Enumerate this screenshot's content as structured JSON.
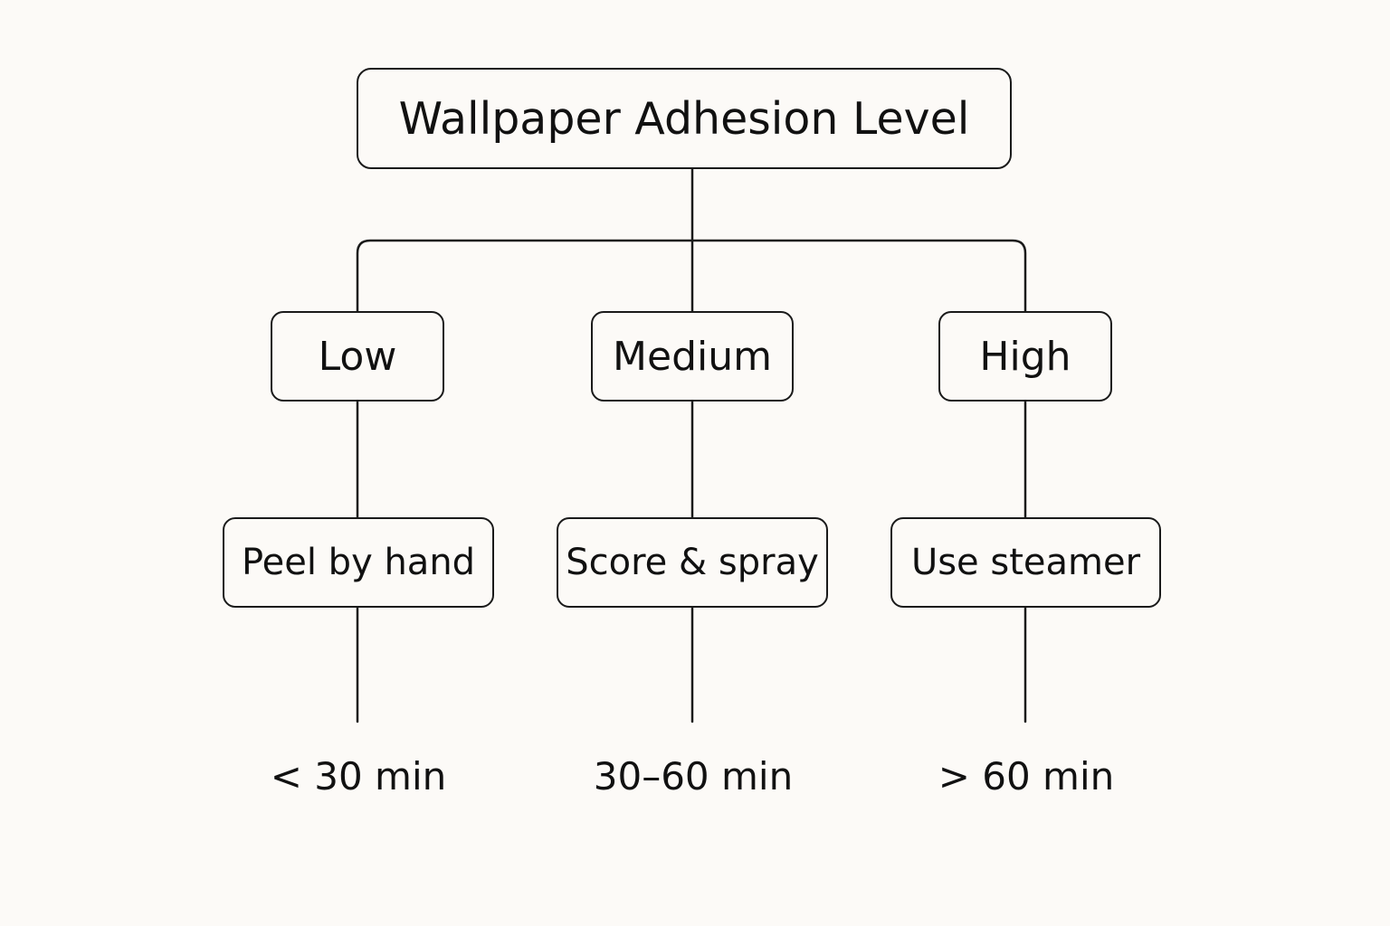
{
  "diagram": {
    "root": {
      "label": "Wallpaper Adhesion Level"
    },
    "branches": [
      {
        "level": "Low",
        "method": "Peel by hand",
        "time": "< 30 min"
      },
      {
        "level": "Medium",
        "method": "Score & spray",
        "time": "30–60 min"
      },
      {
        "level": "High",
        "method": "Use steamer",
        "time": "> 60 min"
      }
    ]
  },
  "colors": {
    "background": "#fcfaf7",
    "stroke": "#1a1a1a",
    "text": "#111111"
  }
}
